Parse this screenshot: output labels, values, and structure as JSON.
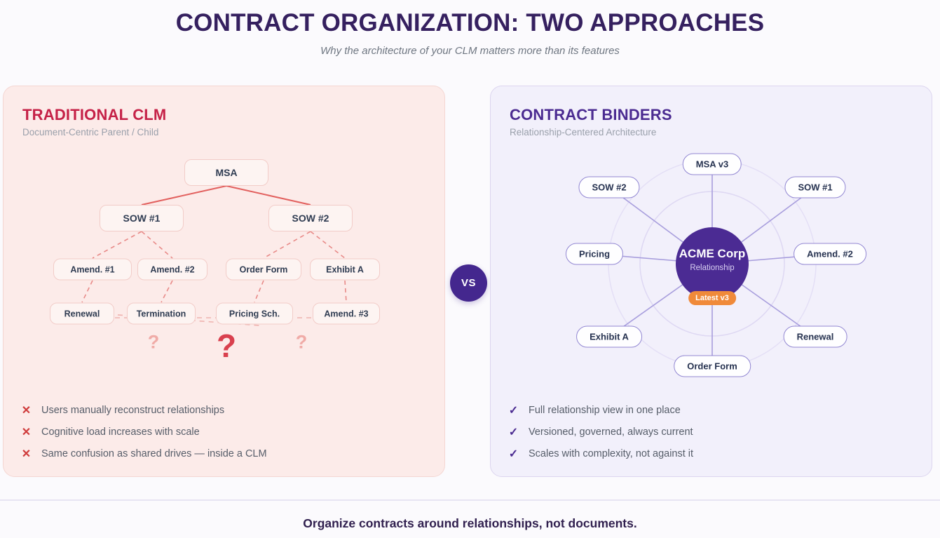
{
  "header": {
    "title": "CONTRACT ORGANIZATION: TWO APPROACHES",
    "subtitle": "Why the architecture of your CLM matters more than its features"
  },
  "vs_badge": "VS",
  "traditional": {
    "title": "TRADITIONAL CLM",
    "subtitle": "Document-Centric Parent / Child",
    "tree": [
      {
        "id": "msa",
        "label": "MSA"
      },
      {
        "id": "sow-1",
        "label": "SOW #1"
      },
      {
        "id": "sow-2",
        "label": "SOW #2"
      },
      {
        "id": "amend-1",
        "label": "Amend. #1"
      },
      {
        "id": "amend-2",
        "label": "Amend. #2"
      },
      {
        "id": "order-form",
        "label": "Order Form"
      },
      {
        "id": "exhibit-a",
        "label": "Exhibit A"
      },
      {
        "id": "renewal",
        "label": "Renewal"
      },
      {
        "id": "termination",
        "label": "Termination"
      },
      {
        "id": "pricing-sch",
        "label": "Pricing Sch."
      },
      {
        "id": "amend-3",
        "label": "Amend. #3"
      }
    ],
    "question_marks": [
      "?",
      "?",
      "?"
    ],
    "drawback_icon": "✕",
    "drawbacks": [
      "Users manually reconstruct relationships",
      "Cognitive load increases with scale",
      "Same confusion as shared drives — inside a CLM"
    ]
  },
  "binders": {
    "title": "CONTRACT BINDERS",
    "subtitle": "Relationship-Centered Architecture",
    "hub": {
      "name": "ACME Corp",
      "sublabel": "Relationship",
      "badge": "Latest v3"
    },
    "satellites": [
      {
        "id": "msa-v3",
        "label": "MSA v3"
      },
      {
        "id": "sow-2",
        "label": "SOW #2"
      },
      {
        "id": "sow-1",
        "label": "SOW #1"
      },
      {
        "id": "pricing",
        "label": "Pricing"
      },
      {
        "id": "amend-2",
        "label": "Amend. #2"
      },
      {
        "id": "exhibit-a",
        "label": "Exhibit A"
      },
      {
        "id": "renewal",
        "label": "Renewal"
      },
      {
        "id": "order-form",
        "label": "Order Form"
      }
    ],
    "benefit_icon": "✓",
    "benefits": [
      "Full relationship view in one place",
      "Versioned, governed, always current",
      "Scales with complexity, not against it"
    ]
  },
  "footer": {
    "tagline": "Organize contracts around relationships, not documents."
  },
  "colors": {
    "traditional_accent": "#c52147",
    "binders_accent": "#4b2b91",
    "hub_fill": "#4b2b93",
    "badge_orange": "#f08a3a",
    "error_red": "#cf3b3b",
    "solid_link_red": "#e2605e",
    "dashed_link_red": "#e88a88",
    "spoke_purple": "#a89edd",
    "title_purple": "#35205f"
  }
}
